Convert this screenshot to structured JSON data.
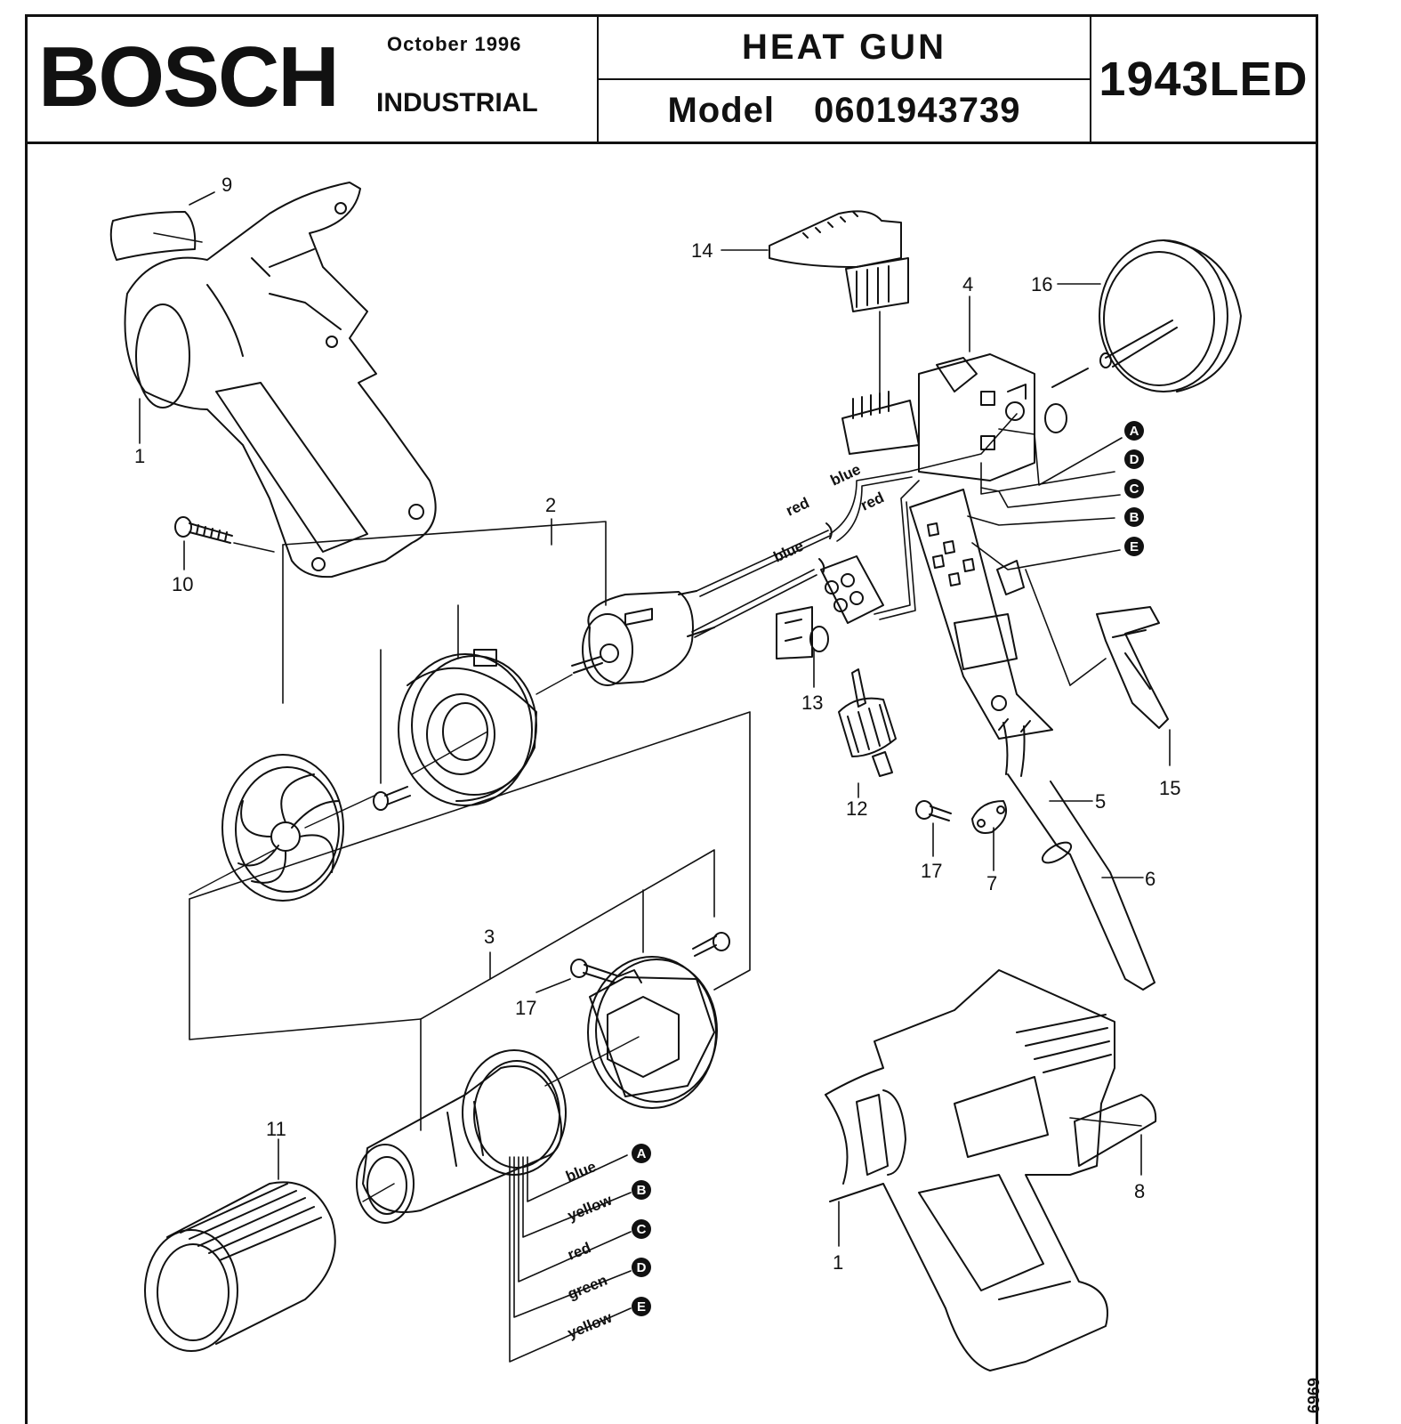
{
  "header": {
    "brand": "BOSCH",
    "date": "October 1996",
    "division": "INDUSTRIAL",
    "product_name": "HEAT GUN",
    "model_label": "Model",
    "model_number": "0601943739",
    "product_code": "1943LED"
  },
  "drawing_number": "6969",
  "callouts": {
    "c1a": "1",
    "c1b": "1",
    "c2": "2",
    "c3": "3",
    "c4": "4",
    "c5": "5",
    "c6": "6",
    "c7": "7",
    "c8": "8",
    "c9": "9",
    "c10": "10",
    "c11": "11",
    "c12": "12",
    "c13": "13",
    "c14": "14",
    "c15": "15",
    "c16": "16",
    "c17a": "17",
    "c17b": "17"
  },
  "wire_labels": {
    "motor_red_1": "red",
    "motor_red_2": "red",
    "motor_blue_1": "blue",
    "motor_blue_2": "blue",
    "el_blue": "blue",
    "el_yellow_1": "yellow",
    "el_red": "red",
    "el_green": "green",
    "el_yellow_2": "yellow"
  },
  "connectors": {
    "switch_a": "A",
    "switch_d": "D",
    "switch_c": "C",
    "switch_b": "B",
    "switch_e": "E",
    "element_a": "A",
    "element_b": "B",
    "element_c": "C",
    "element_d": "D",
    "element_e": "E"
  }
}
